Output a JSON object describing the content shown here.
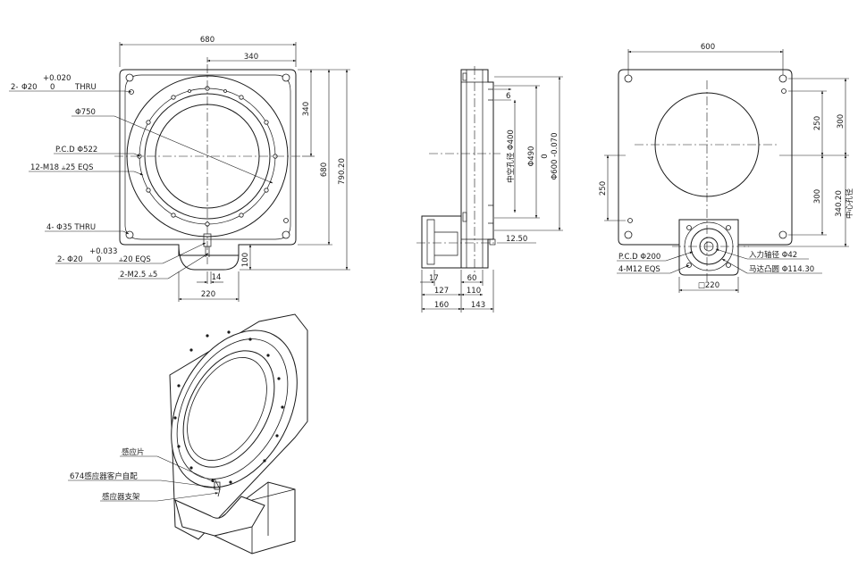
{
  "front_view": {
    "width": "680",
    "half_width": "340",
    "top_to_center": "340",
    "height_680": "680",
    "height_790": "790.20",
    "boss_height": "100",
    "boss_width": "220",
    "boss_offset": "14",
    "callout_thru_holes": "2-",
    "callout_thru_dia": "Φ20",
    "callout_thru_tol_up": "+0.020",
    "callout_thru_tol_lo": "0",
    "callout_thru_word": "THRU",
    "callout_dia750": "Φ750",
    "callout_pcd": "P.C.D Φ522",
    "callout_m18": "12-M18 ⫨25 EQS",
    "callout_35thru": "4- Φ35 THRU",
    "callout_dowel_tol_up": "+0.033",
    "callout_dowel": "2- Φ20",
    "callout_dowel_tol_lo": "0",
    "callout_dowel_depth": "⫨20 EQS",
    "callout_m25": "2-M2.5 ⫨5"
  },
  "side_view": {
    "dim_6": "6",
    "dim_hollow": "中空孔径 Φ400",
    "dim_490": "Φ490",
    "dim_600_tol": "0",
    "dim_600": "Φ600 -0.070",
    "dim_12_50": "12.50",
    "dim_17": "17",
    "dim_60": "60",
    "dim_127": "127",
    "dim_110": "110",
    "dim_160": "160",
    "dim_143": "143"
  },
  "bottom_view": {
    "width": "600",
    "dim_250_right": "250",
    "dim_300_top": "300",
    "dim_250_left": "250",
    "dim_300_bot": "300",
    "dim_340": "340.20",
    "dim_center_label": "中心孔径",
    "pcd200": "P.C.D Φ200",
    "m12": "4-M12 EQS",
    "shaft": "入力轴径 Φ42",
    "spigot": "马达凸圆 Φ114.30",
    "square": "□220"
  },
  "iso_view": {
    "label_sensor_plate": "感应片",
    "label_sensor_custom": "674感应器客户自配",
    "label_sensor_bracket": "感应器支架"
  }
}
